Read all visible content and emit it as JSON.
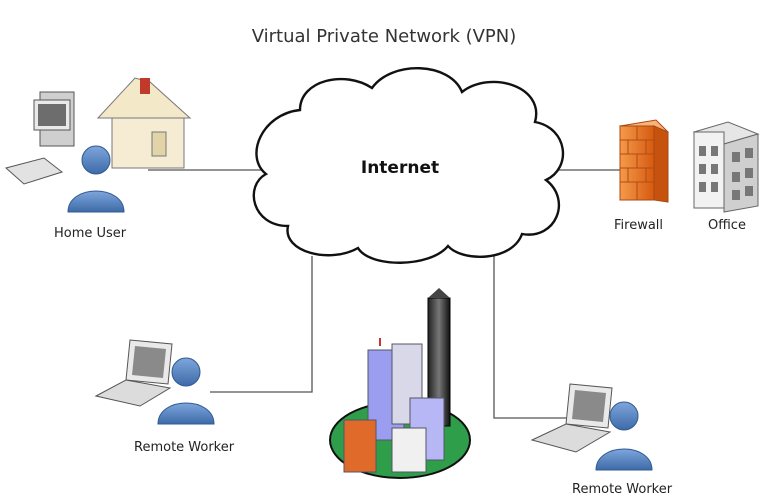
{
  "title": "Virtual Private Network (VPN)",
  "cloud": {
    "label": "Internet"
  },
  "nodes": {
    "home_user": "Home User",
    "firewall": "Firewall",
    "office": "Office",
    "remote_worker_left": "Remote Worker",
    "remote_worker_right": "Remote Worker"
  },
  "colors": {
    "person": "#5b87c5",
    "firewall": "#f07a2a",
    "house_roof": "#c0392b",
    "line": "#666666"
  }
}
